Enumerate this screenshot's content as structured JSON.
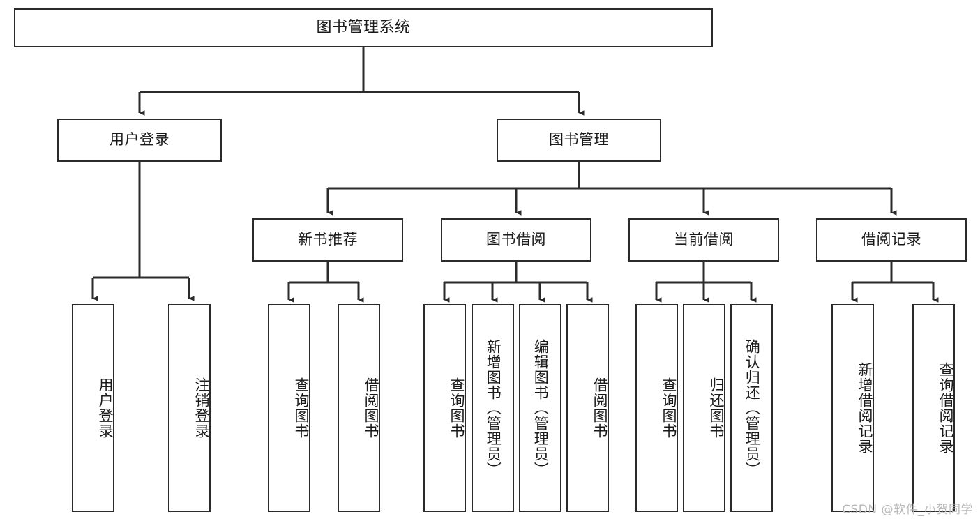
{
  "diagram": {
    "title": "图书管理系统",
    "type": "function-structure-tree",
    "watermark": "CSDN @软件_小贺同学",
    "colors": {
      "background": "#ffffff",
      "box_border": "#2b2b2b",
      "box_fill": "#ffffff",
      "text": "#1a1a1a",
      "edge": "#2b2b2b",
      "watermark": "#b9b9b9"
    },
    "levels": {
      "root": {
        "label": "图书管理系统"
      },
      "level2": [
        {
          "id": "user-login",
          "label": "用户登录"
        },
        {
          "id": "book-management",
          "label": "图书管理"
        }
      ],
      "level3": [
        {
          "id": "new-book-recommend",
          "label": "新书推荐",
          "parent": "book-management"
        },
        {
          "id": "book-borrow",
          "label": "图书借阅",
          "parent": "book-management"
        },
        {
          "id": "current-borrow",
          "label": "当前借阅",
          "parent": "book-management"
        },
        {
          "id": "borrow-record",
          "label": "借阅记录",
          "parent": "book-management"
        }
      ],
      "leaves": {
        "user-login": [
          {
            "id": "leaf-user-login",
            "label": "用户登录"
          },
          {
            "id": "leaf-logout",
            "label": "注销登录"
          }
        ],
        "new-book-recommend": [
          {
            "id": "leaf-query-book-1",
            "label": "查询图书"
          },
          {
            "id": "leaf-borrow-book-1",
            "label": "借阅图书"
          }
        ],
        "book-borrow": [
          {
            "id": "leaf-query-book-2",
            "label": "查询图书"
          },
          {
            "id": "leaf-add-book",
            "label": "新增图书（管理员）"
          },
          {
            "id": "leaf-edit-book",
            "label": "编辑图书（管理员）"
          },
          {
            "id": "leaf-borrow-book-2",
            "label": "借阅图书"
          }
        ],
        "current-borrow": [
          {
            "id": "leaf-query-book-3",
            "label": "查询图书"
          },
          {
            "id": "leaf-return-book",
            "label": "归还图书"
          },
          {
            "id": "leaf-confirm-return",
            "label": "确认归还（管理员）"
          }
        ],
        "borrow-record": [
          {
            "id": "leaf-add-record",
            "label": "新增借阅记录"
          },
          {
            "id": "leaf-query-record",
            "label": "查询借阅记录"
          }
        ]
      }
    }
  }
}
